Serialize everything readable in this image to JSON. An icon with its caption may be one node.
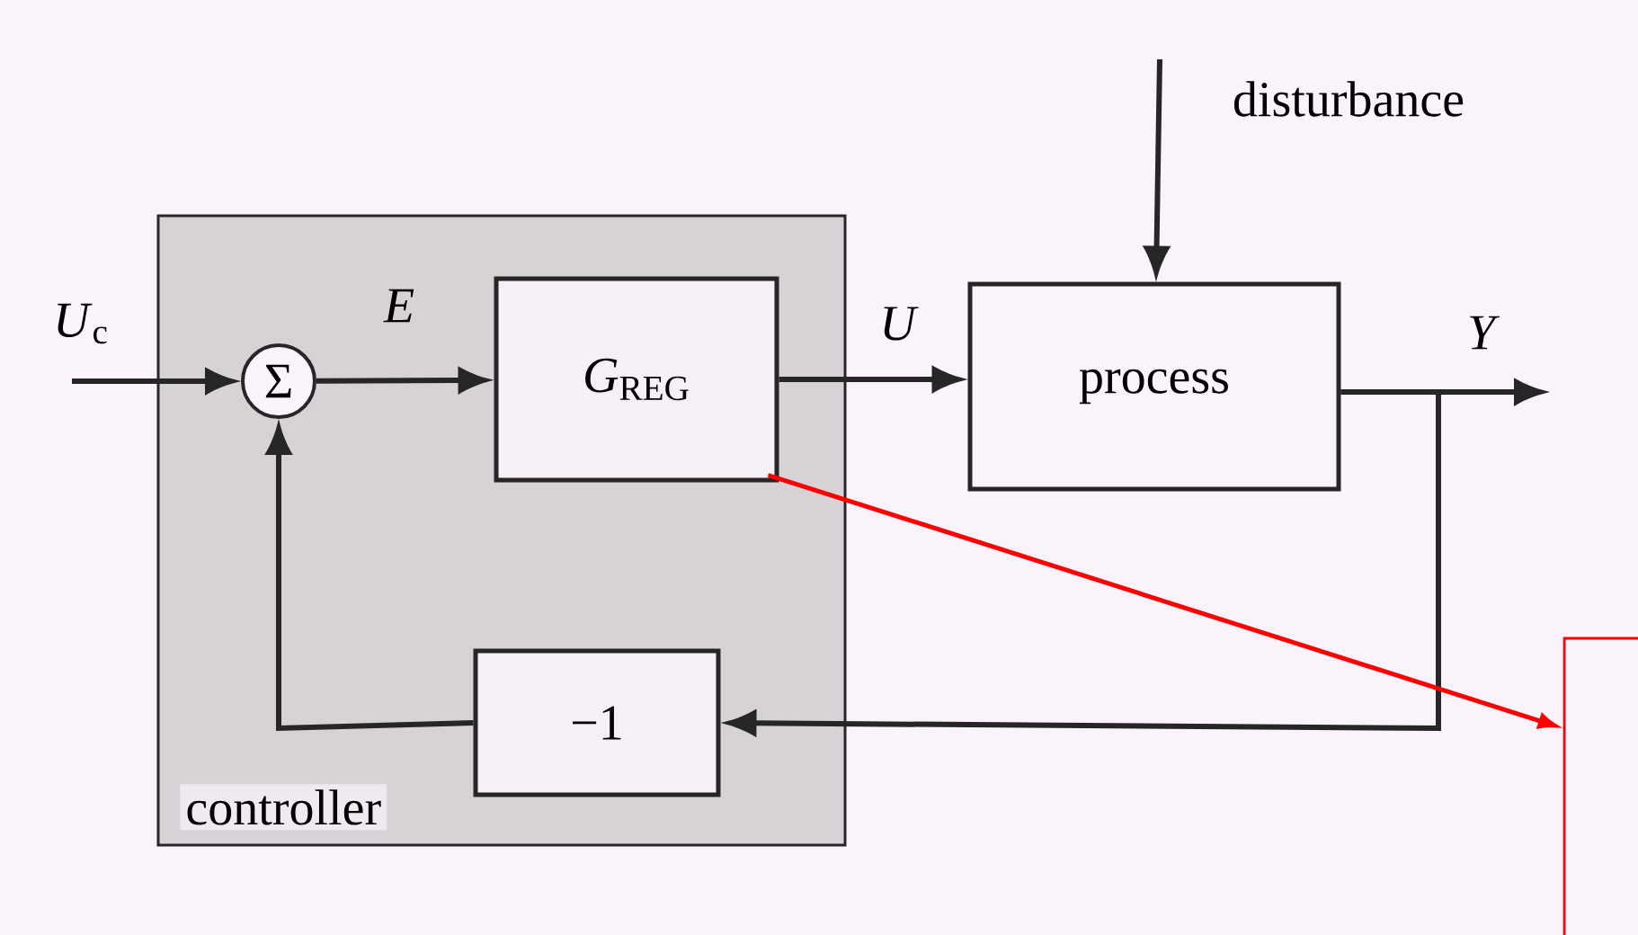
{
  "diagram": {
    "nodes": [
      {
        "text": [
          "controller"
        ]
      },
      {
        "text": [
          "Σ"
        ],
        "in": 0
      },
      {
        "text": [
          "*G*$_{REG}$"
        ],
        "in": 0
      },
      {
        "text": [
          "process"
        ]
      },
      {
        "text": [
          "−1"
        ],
        "in": 0
      },
      {
        "text": [],
        "shape": "box"
      }
    ],
    "edges": [
      {
        "from": null,
        "to": 1,
        "arrow": "to",
        "label": "*U*$_{c}$"
      },
      {
        "from": 1,
        "to": 2,
        "arrow": "to",
        "label": "*E*"
      },
      {
        "from": 2,
        "to": 3,
        "arrow": "to",
        "label": "*U*"
      },
      {
        "from": null,
        "to": 3,
        "arrow": "to",
        "label": "disturbance"
      },
      {
        "from": 3,
        "to": null,
        "arrow": "to",
        "label": "*Y*"
      },
      {
        "from": 3,
        "to": 4,
        "arrow": "to"
      },
      {
        "from": 4,
        "to": 1,
        "arrow": "to"
      },
      {
        "from": 2,
        "to": 5,
        "arrow": "to",
        "color": "#ff0000"
      }
    ]
  }
}
